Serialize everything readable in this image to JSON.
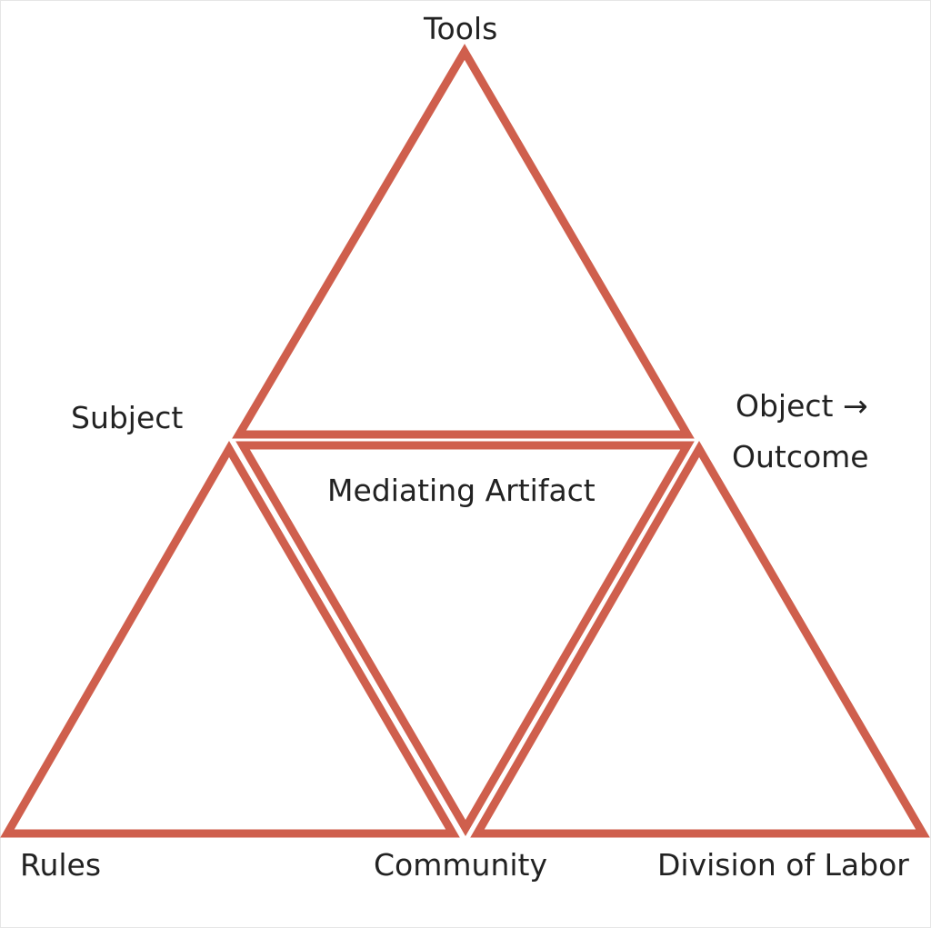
{
  "diagram": {
    "stroke_color": "#cf5f4d",
    "text_color": "#222222",
    "labels": {
      "tools": "Tools",
      "subject": "Subject",
      "object": "Object →",
      "outcome": "Outcome",
      "mediating_artifact": "Mediating Artifact",
      "rules": "Rules",
      "community": "Community",
      "division_of_labor": "Division of Labor"
    }
  }
}
